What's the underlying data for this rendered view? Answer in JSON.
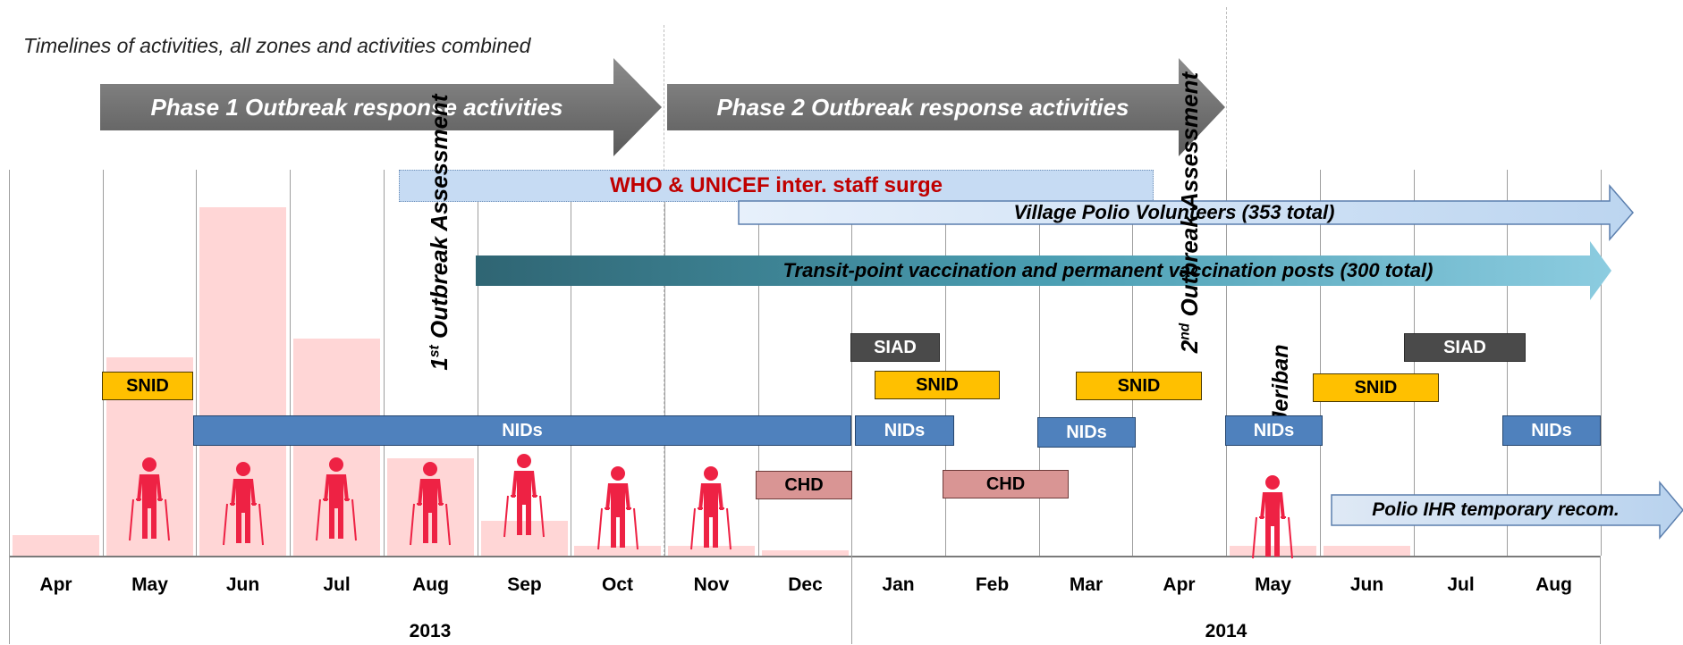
{
  "subtitle": "Timelines of activities, all zones and activities combined",
  "phases": [
    {
      "label": "Phase 1 Outbreak response activities"
    },
    {
      "label": "Phase 2 Outbreak response activities"
    }
  ],
  "assessments": {
    "first": "1st Outbreak Assessment",
    "second": "2nd Outbreak Assessment"
  },
  "jeriban": "Jeriban",
  "bands": {
    "staff_surge": "WHO & UNICEF inter. staff surge",
    "village_volunteers": "Village Polio Volunteers (353 total)",
    "transit_points": "Transit-point vaccination and permanent vaccination posts (300 total)",
    "ihr": "Polio IHR temporary recom."
  },
  "activities": {
    "snid": "SNID",
    "nids": "NIDs",
    "siad": "SIAD",
    "chd": "CHD"
  },
  "months": [
    "Apr",
    "May",
    "Jun",
    "Jul",
    "Aug",
    "Sep",
    "Oct",
    "Nov",
    "Dec",
    "Jan",
    "Feb",
    "Mar",
    "Apr",
    "May",
    "Jun",
    "Jul",
    "Aug"
  ],
  "years": [
    "2013",
    "2014"
  ],
  "colors": {
    "phase_arrow": "#6b6b6b",
    "snid": "#ffc000",
    "nids": "#4f81bd",
    "siad": "#4a4a4a",
    "chd": "#d99594",
    "case_bars": "#ffd6d6",
    "person_icon": "#ee2244",
    "staff_surge_text": "#c00000"
  }
}
